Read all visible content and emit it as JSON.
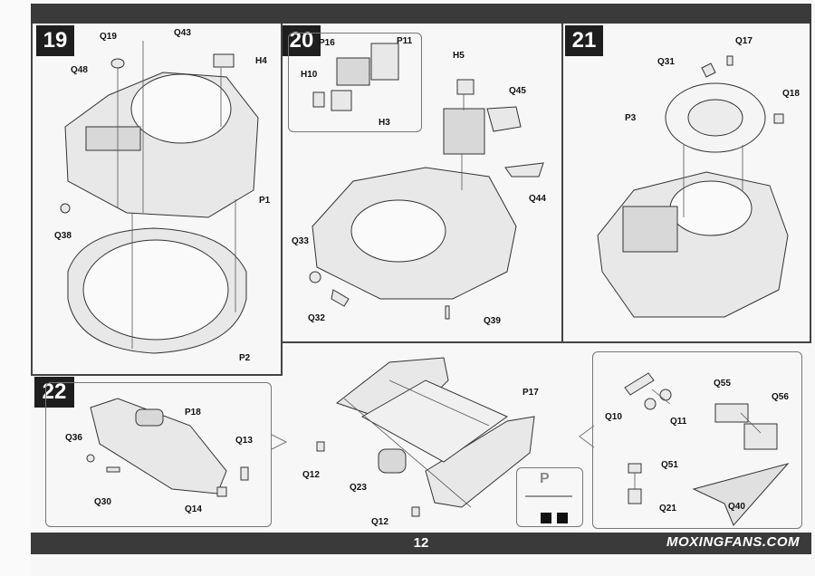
{
  "page": {
    "number": "12",
    "watermark": "MOXINGFANS.COM"
  },
  "steps": {
    "s19": {
      "num": "19",
      "labels": [
        "Q19",
        "Q43",
        "H4",
        "Q48",
        "P1",
        "Q38",
        "P2"
      ]
    },
    "s20": {
      "num": "20",
      "labels": [
        "P16",
        "P11",
        "H10",
        "H3",
        "H5",
        "Q45",
        "Q44",
        "Q33",
        "Q32",
        "Q39"
      ]
    },
    "s21": {
      "num": "21",
      "labels": [
        "Q17",
        "Q31",
        "Q18",
        "P3"
      ]
    },
    "s22": {
      "num": "22",
      "labels": [
        "P18",
        "Q36",
        "Q13",
        "Q30",
        "Q14"
      ]
    },
    "chassis": {
      "labels": [
        "P17",
        "Q12",
        "Q23",
        "Q12"
      ]
    },
    "small": {
      "labels": [
        "Q10",
        "Q11",
        "Q55",
        "Q56",
        "Q51",
        "Q21",
        "Q40"
      ]
    },
    "legend_label": "P"
  }
}
